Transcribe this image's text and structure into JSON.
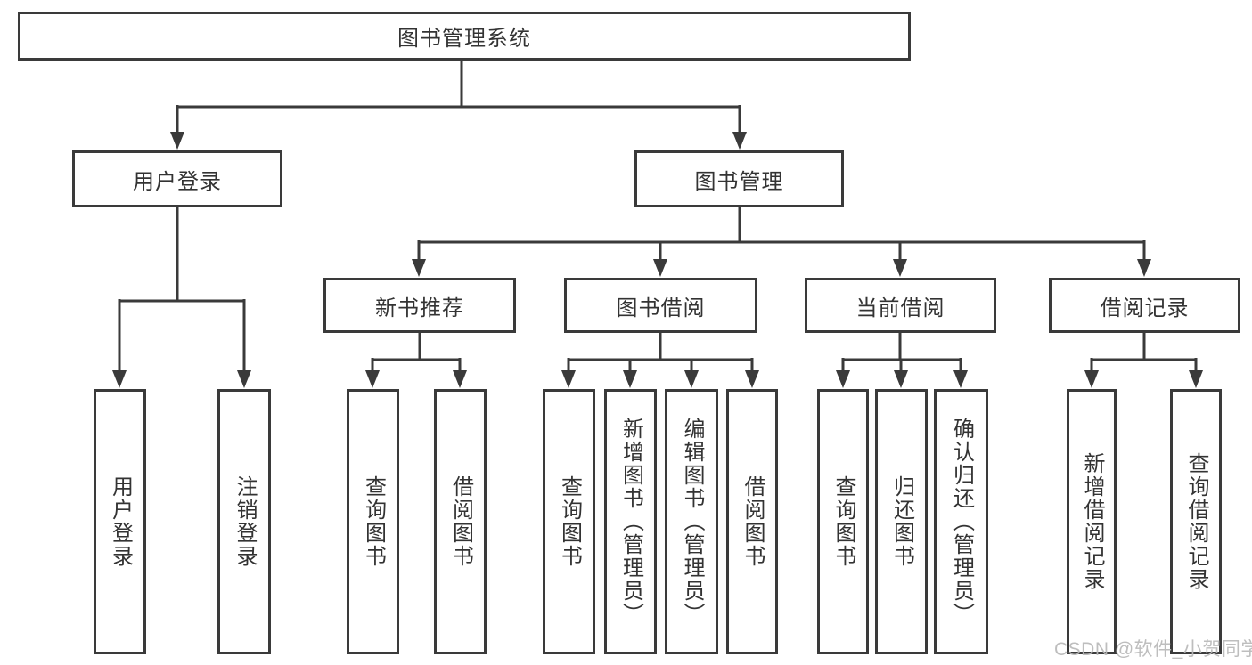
{
  "title": "图书管理系统",
  "watermark": "CSDN @软件_小贺同学",
  "colors": {
    "line": "#3a3a3a",
    "text": "#333333",
    "background": "#ffffff",
    "watermark": "#b9b9b9"
  },
  "tree": {
    "root": "图书管理系统",
    "children": [
      {
        "label": "用户登录",
        "children": [
          "用户登录",
          "注销登录"
        ]
      },
      {
        "label": "图书管理",
        "children": [
          {
            "label": "新书推荐",
            "children": [
              "查询图书",
              "借阅图书"
            ]
          },
          {
            "label": "图书借阅",
            "children": [
              "查询图书",
              "新增图书（管理员）",
              "编辑图书（管理员）",
              "借阅图书"
            ]
          },
          {
            "label": "当前借阅",
            "children": [
              "查询图书",
              "归还图书",
              "确认归还（管理员）"
            ]
          },
          {
            "label": "借阅记录",
            "children": [
              "新增借阅记录",
              "查询借阅记录"
            ]
          }
        ]
      }
    ]
  }
}
